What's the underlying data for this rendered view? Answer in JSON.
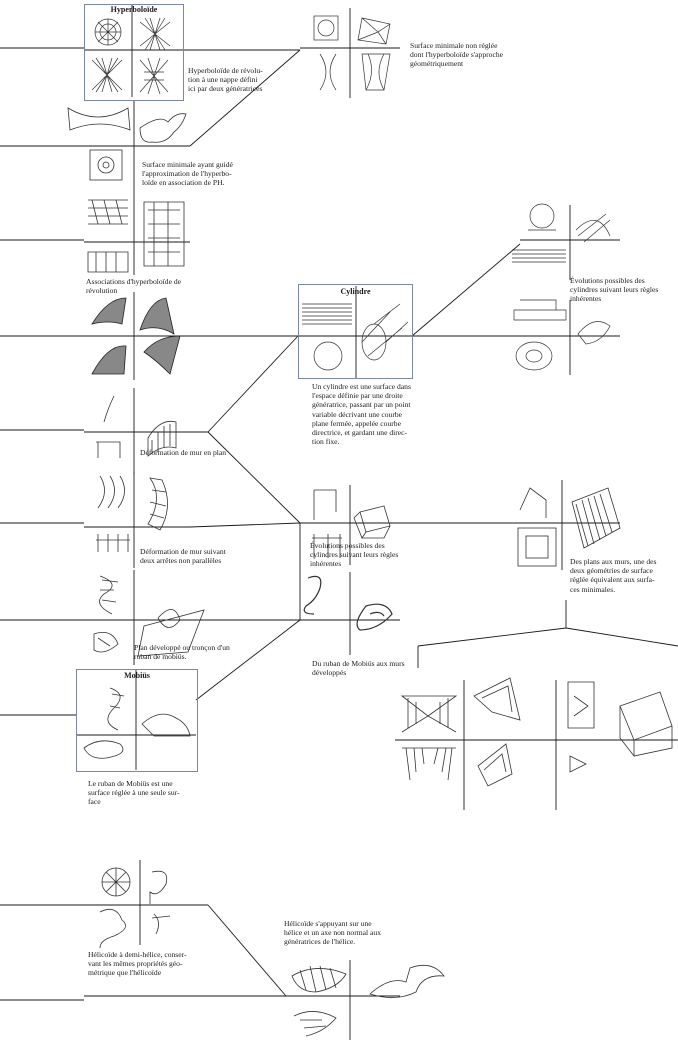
{
  "captions": {
    "hyperboloide_title": "Hyperboloïde",
    "hyperboloide_desc": [
      "Hyperboloïde de révolu-",
      "tion à une nappe défini",
      "ici par deux génératrices"
    ],
    "surface_non_reglee": [
      "Surface minimale non réglée",
      "dont l'hyperboloïde s'approche",
      "géométriquement"
    ],
    "surface_minimale_ph": [
      "Surface minimale ayant guidé",
      "l'approximation de l'hyperbo-",
      "loïde en association de PH."
    ],
    "associations": [
      "Associations d'hyperboloïde de",
      "révolution"
    ],
    "cylindre_title": "Cylindre",
    "cylindre_desc": [
      "Un cylindre est une surface dans",
      "l'espace définie par une droite",
      "génératrice, passant par un point",
      "variable décrivant une courbe",
      "plane fermée, appelée courbe",
      "directrice, et gardant une direc-",
      "tion fixe."
    ],
    "evolutions_top": [
      "Évolutions possibles des",
      "cylindres suivant leurs règles",
      "inhérentes"
    ],
    "deformation_plan": [
      "Déformation de mur en plan"
    ],
    "deformation_arretes": [
      "Déformation de mur suivant",
      "deux arrêtes non parallèles"
    ],
    "evolutions_mid": [
      "Évolutions possibles des",
      "cylindres suivant leurs règles",
      "inhérentes"
    ],
    "plans_murs": [
      "Des plans aux murs, une des",
      "deux géométries de surface",
      "réglée équivalent aux surfa-",
      "ces minimales."
    ],
    "plan_developpe": [
      "Plan développé ou tronçon d'un",
      "ruban de mobiüs."
    ],
    "mobius_murs": [
      "Du ruban de Mobiüs aux murs",
      "développés"
    ],
    "mobius_title": "Mobiüs",
    "mobius_desc": [
      "Le ruban de Mobiüs est une",
      "surface réglée à une seule sur-",
      "face"
    ],
    "helicoide_demi": [
      "Hélicoïde à demi-hélice, conser-",
      "vant les mêmes propriétés géo-",
      "métrique que l'hélicoïde"
    ],
    "helicoide": [
      "Hélicoïde s'appuyant sur une",
      "hélice et un axe non normal aux",
      "génératrices de l'hélice."
    ]
  },
  "colors": {
    "frame": "#7b86a8",
    "line": "#1a1a1a",
    "sketch": "#333333"
  },
  "icons": [
    "hyperboloid-sketch",
    "cylinder-sketch",
    "mobius-strip-sketch",
    "helicoid-sketch",
    "wall-sketch"
  ]
}
